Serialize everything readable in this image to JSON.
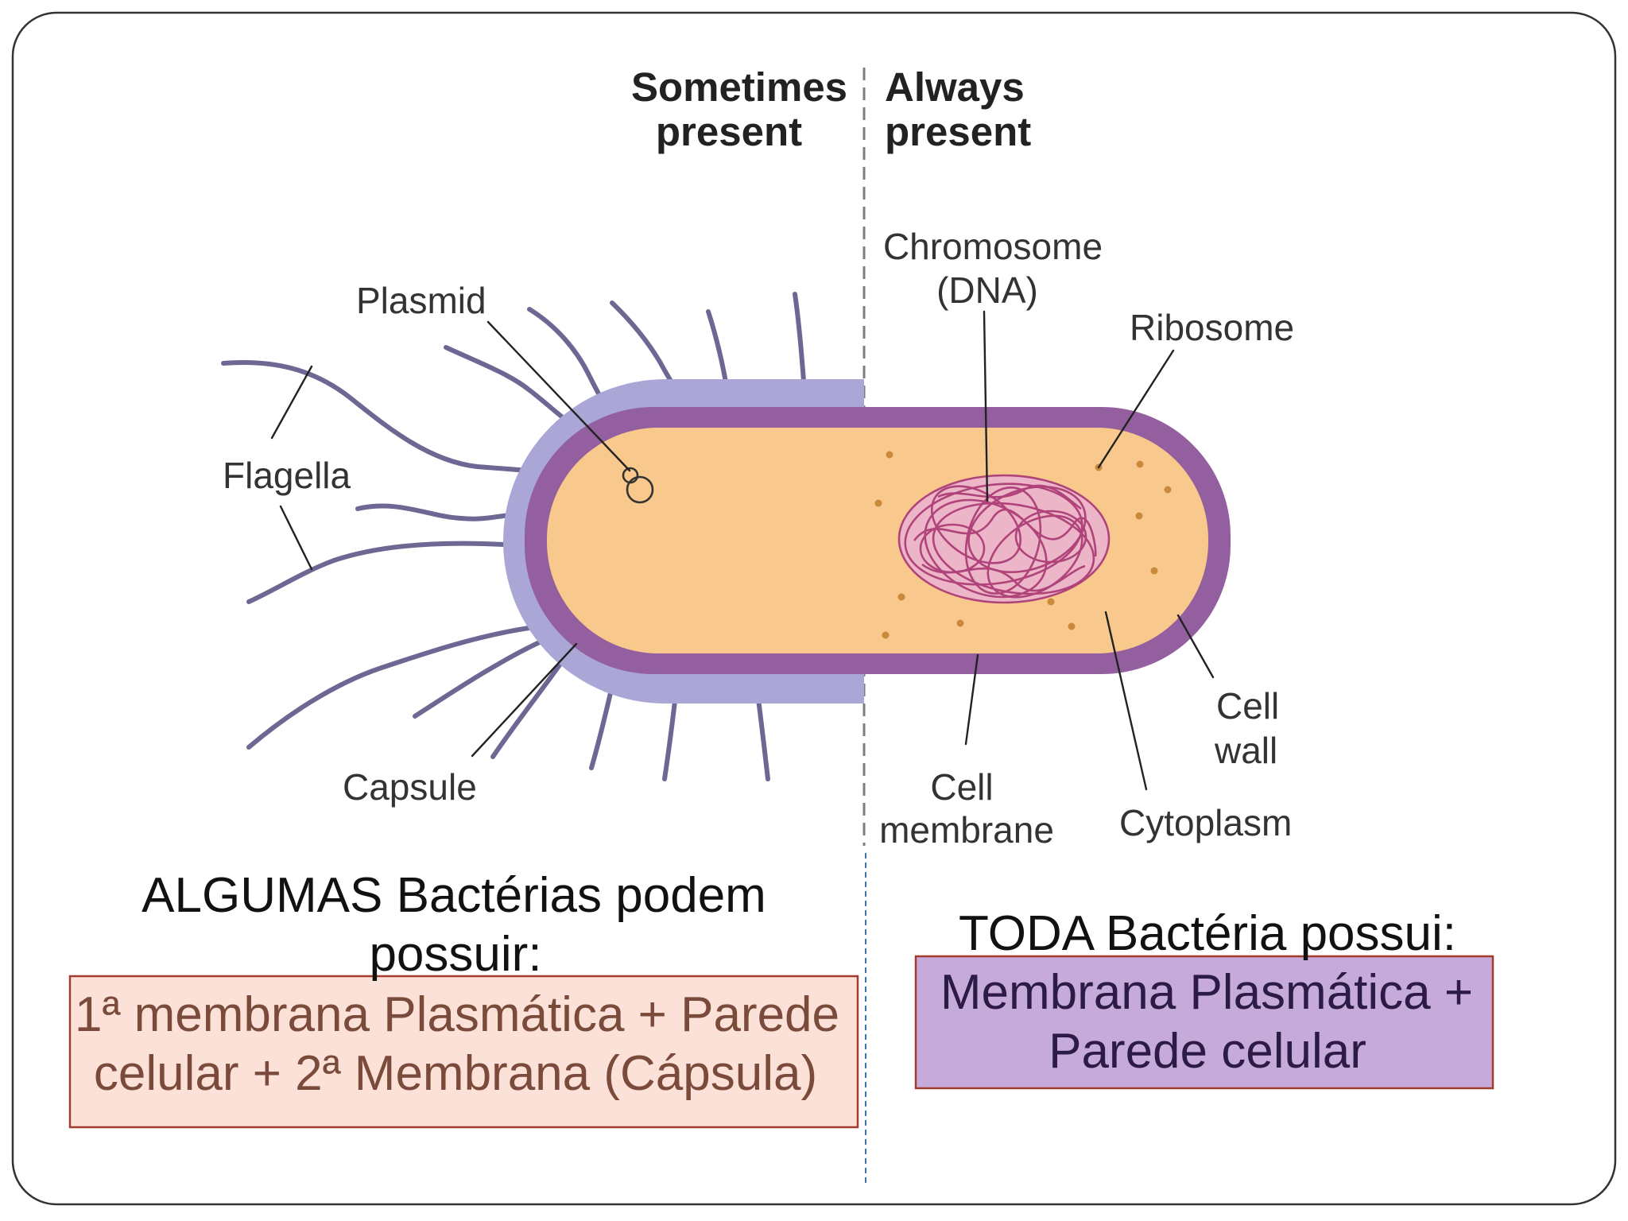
{
  "slide": {
    "header": {
      "sometimes": [
        "Sometimes",
        "present"
      ],
      "always": [
        "Always",
        "present"
      ]
    },
    "labels": {
      "plasmid": "Plasmid",
      "flagella": "Flagella",
      "capsule": "Capsule",
      "chromosome": [
        "Chromosome",
        "(DNA)"
      ],
      "ribosome": "Ribosome",
      "cell_wall": [
        "Cell",
        "wall"
      ],
      "cell_membrane": [
        "Cell",
        "membrane"
      ],
      "cytoplasm": "Cytoplasm"
    },
    "left": {
      "caption": [
        "ALGUMAS Bactérias podem",
        "possuir:"
      ],
      "box": [
        "1ª membrana Plasmática + Parede",
        "celular + 2ª Membrana (Cápsula)"
      ]
    },
    "right": {
      "caption": "TODA Bactéria possui:",
      "box": [
        "Membrana Plasmática +",
        "Parede celular"
      ]
    }
  },
  "colors": {
    "capsule": "#aaa7d7",
    "cell_wall": "#935f9f",
    "cytoplasm": "#f9c88c",
    "flagella": "#6c6893",
    "chromosome": "#b0437a",
    "chromosome_fill": "#ecb6c8",
    "ribosome": "#c98b3b",
    "divider": "#7d7d7d",
    "blue_divider": "#3f73b5",
    "caption_text": "#111111",
    "left_box_fill": "#fce1d8",
    "left_box_text": "#7a4a3a",
    "right_box_fill": "#c6aad9",
    "right_box_text": "#2d1b47",
    "box_border": "#a23c2e"
  }
}
